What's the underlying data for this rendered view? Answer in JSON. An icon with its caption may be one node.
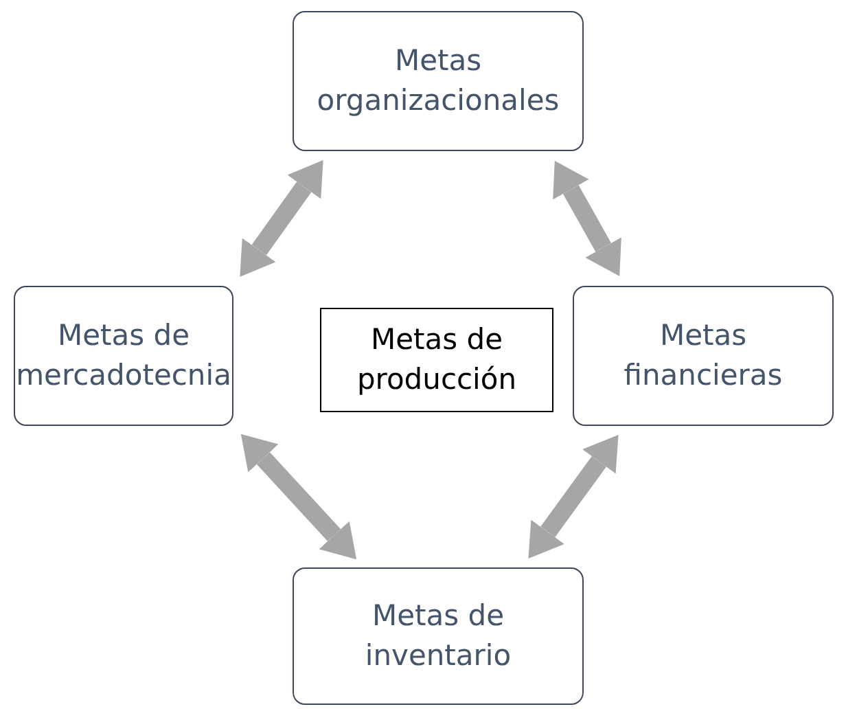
{
  "diagram": {
    "nodes": [
      {
        "text": [
          "Metas organizacionales"
        ]
      },
      {
        "text": [
          "Metas de mercadotecnia"
        ]
      },
      {
        "text": [
          "Metas de producción"
        ]
      },
      {
        "text": [
          "Metas financieras"
        ]
      },
      {
        "text": [
          "Metas de inventario"
        ]
      }
    ],
    "edges": [
      {
        "from": 0,
        "to": 1,
        "arrow": "both"
      },
      {
        "from": 0,
        "to": 3,
        "arrow": "both"
      },
      {
        "from": 1,
        "to": 4,
        "arrow": "both"
      },
      {
        "from": 3,
        "to": 4,
        "arrow": "both"
      }
    ]
  }
}
